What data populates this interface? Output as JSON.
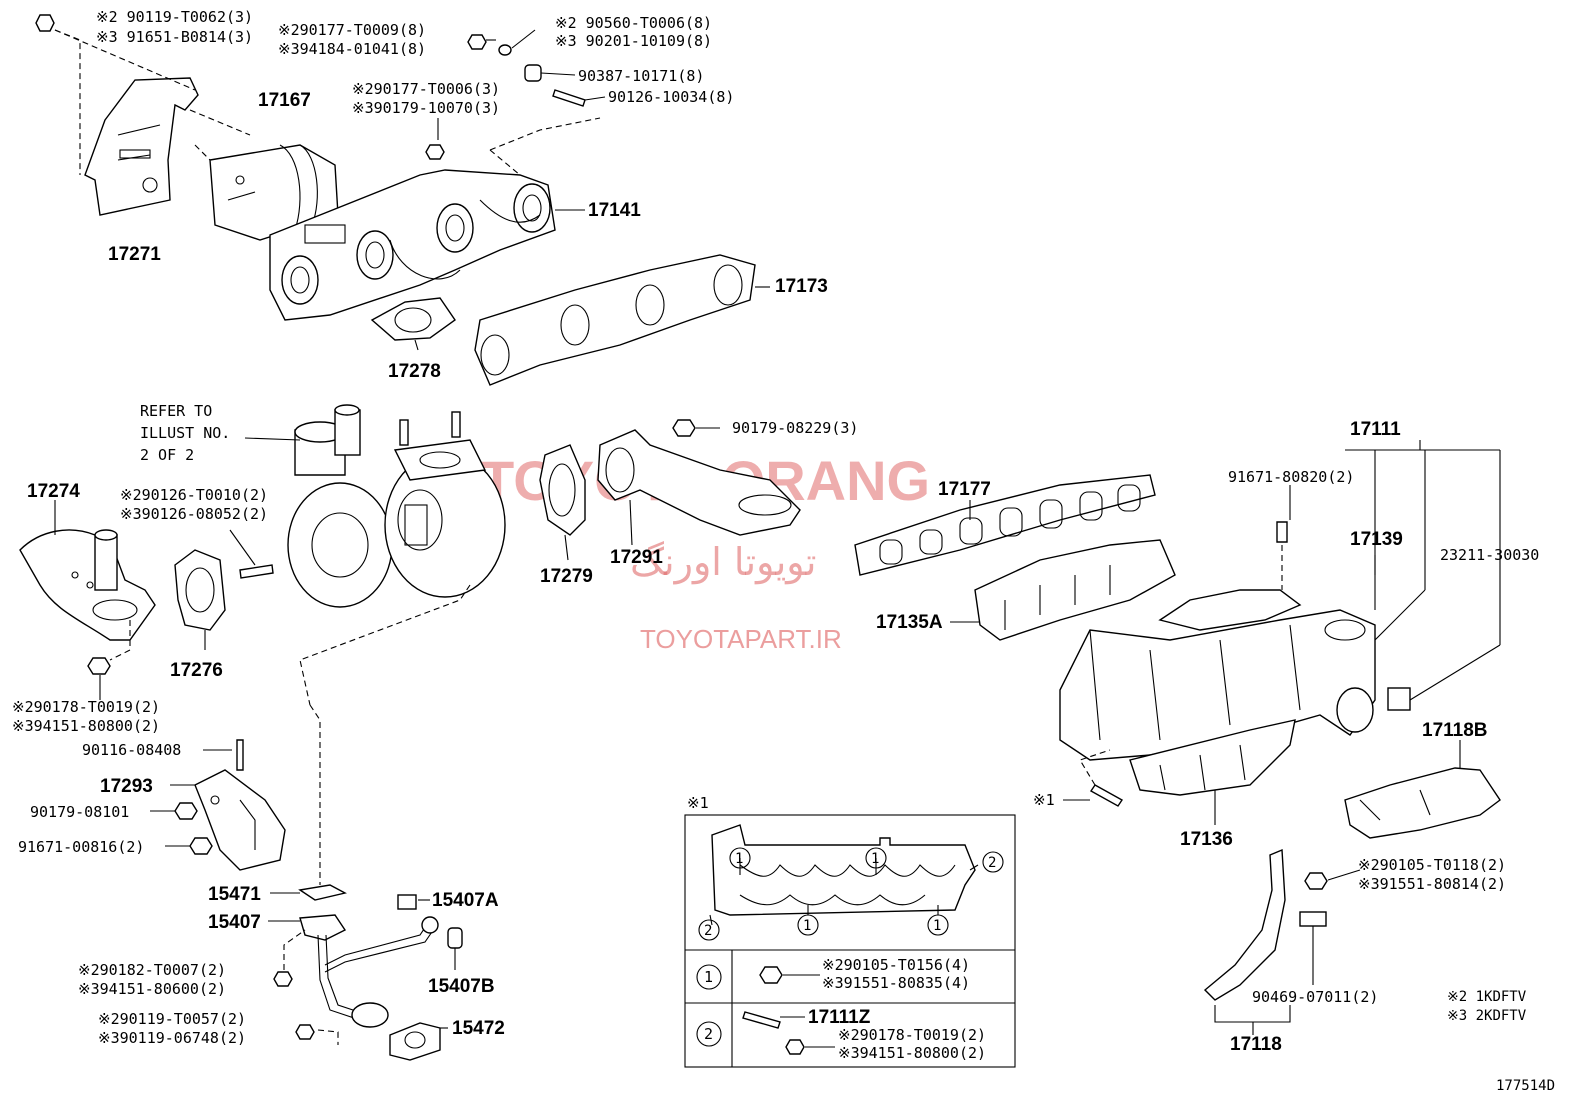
{
  "watermark": {
    "title": "TOYOTA ORANG",
    "persian": "تويوتا اورنگ",
    "site": "TOYOTAPART.IR",
    "color": "#e06a6a"
  },
  "diagram_id": "177514D",
  "legend": {
    "note2": "※2 1KDFTV",
    "note3": "※3 2KDFTV"
  },
  "inset": {
    "label": "※1",
    "row1": {
      "num": "1",
      "a": "※290105-T0156(4)",
      "b": "※391551-80835(4)"
    },
    "row2": {
      "num": "2",
      "part": "17111Z",
      "a": "※290178-T0019(2)",
      "b": "※394151-80800(2)"
    },
    "circles": {
      "one": "1",
      "two": "2"
    }
  },
  "labels": [
    {
      "id": "l01",
      "text": "※2 90119-T0062(3)",
      "cls": "lbl"
    },
    {
      "id": "l02",
      "text": "※3 91651-B0814(3)",
      "cls": "lbl"
    },
    {
      "id": "l03",
      "text": "※290177-T0009(8)",
      "cls": "lbl"
    },
    {
      "id": "l04",
      "text": "※394184-01041(8)",
      "cls": "lbl"
    },
    {
      "id": "l05",
      "text": "※2 90560-T0006(8)",
      "cls": "lbl"
    },
    {
      "id": "l06",
      "text": "※3 90201-10109(8)",
      "cls": "lbl"
    },
    {
      "id": "l07",
      "text": "90387-10171(8)",
      "cls": "lbl"
    },
    {
      "id": "l08",
      "text": "90126-10034(8)",
      "cls": "lbl"
    },
    {
      "id": "l09",
      "text": "17167",
      "cls": "big"
    },
    {
      "id": "l10",
      "text": "※290177-T0006(3)",
      "cls": "lbl"
    },
    {
      "id": "l11",
      "text": "※390179-10070(3)",
      "cls": "lbl"
    },
    {
      "id": "l12",
      "text": "17141",
      "cls": "big"
    },
    {
      "id": "l13",
      "text": "17271",
      "cls": "big"
    },
    {
      "id": "l14",
      "text": "17173",
      "cls": "big"
    },
    {
      "id": "l15",
      "text": "17278",
      "cls": "big"
    },
    {
      "id": "l16",
      "text": "REFER TO",
      "cls": "lbl"
    },
    {
      "id": "l17",
      "text": "ILLUST NO.",
      "cls": "lbl"
    },
    {
      "id": "l18",
      "text": "2 OF 2",
      "cls": "lbl"
    },
    {
      "id": "l19",
      "text": "90179-08229(3)",
      "cls": "lbl"
    },
    {
      "id": "l20",
      "text": "17111",
      "cls": "big"
    },
    {
      "id": "l21",
      "text": "91671-80820(2)",
      "cls": "lbl"
    },
    {
      "id": "l22",
      "text": "17274",
      "cls": "big"
    },
    {
      "id": "l23",
      "text": "※290126-T0010(2)",
      "cls": "lbl"
    },
    {
      "id": "l24",
      "text": "※390126-08052(2)",
      "cls": "lbl"
    },
    {
      "id": "l25",
      "text": "17177",
      "cls": "big"
    },
    {
      "id": "l26",
      "text": "17139",
      "cls": "big"
    },
    {
      "id": "l27",
      "text": "23211-30030",
      "cls": "lbl"
    },
    {
      "id": "l28",
      "text": "17291",
      "cls": "big"
    },
    {
      "id": "l29",
      "text": "17279",
      "cls": "big"
    },
    {
      "id": "l30",
      "text": "17135A",
      "cls": "big"
    },
    {
      "id": "l31",
      "text": "17276",
      "cls": "big"
    },
    {
      "id": "l32",
      "text": "※290178-T0019(2)",
      "cls": "lbl"
    },
    {
      "id": "l33",
      "text": "※394151-80800(2)",
      "cls": "lbl"
    },
    {
      "id": "l34",
      "text": "90116-08408",
      "cls": "lbl"
    },
    {
      "id": "l35",
      "text": "17293",
      "cls": "big"
    },
    {
      "id": "l36",
      "text": "90179-08101",
      "cls": "lbl"
    },
    {
      "id": "l37",
      "text": "91671-00816(2)",
      "cls": "lbl"
    },
    {
      "id": "l38",
      "text": "17118B",
      "cls": "big"
    },
    {
      "id": "l39",
      "text": "※1",
      "cls": "lbl"
    },
    {
      "id": "l40",
      "text": "17136",
      "cls": "big"
    },
    {
      "id": "l41",
      "text": "※290105-T0118(2)",
      "cls": "lbl"
    },
    {
      "id": "l42",
      "text": "※391551-80814(2)",
      "cls": "lbl"
    },
    {
      "id": "l43",
      "text": "15471",
      "cls": "big"
    },
    {
      "id": "l44",
      "text": "15407A",
      "cls": "big"
    },
    {
      "id": "l45",
      "text": "15407",
      "cls": "big"
    },
    {
      "id": "l46",
      "text": "※290182-T0007(2)",
      "cls": "lbl"
    },
    {
      "id": "l47",
      "text": "※394151-80600(2)",
      "cls": "lbl"
    },
    {
      "id": "l48",
      "text": "15407B",
      "cls": "big"
    },
    {
      "id": "l49",
      "text": "※290119-T0057(2)",
      "cls": "lbl"
    },
    {
      "id": "l50",
      "text": "※390119-06748(2)",
      "cls": "lbl"
    },
    {
      "id": "l51",
      "text": "15472",
      "cls": "big"
    },
    {
      "id": "l52",
      "text": "90469-07011(2)",
      "cls": "lbl"
    },
    {
      "id": "l53",
      "text": "17118",
      "cls": "big"
    }
  ]
}
